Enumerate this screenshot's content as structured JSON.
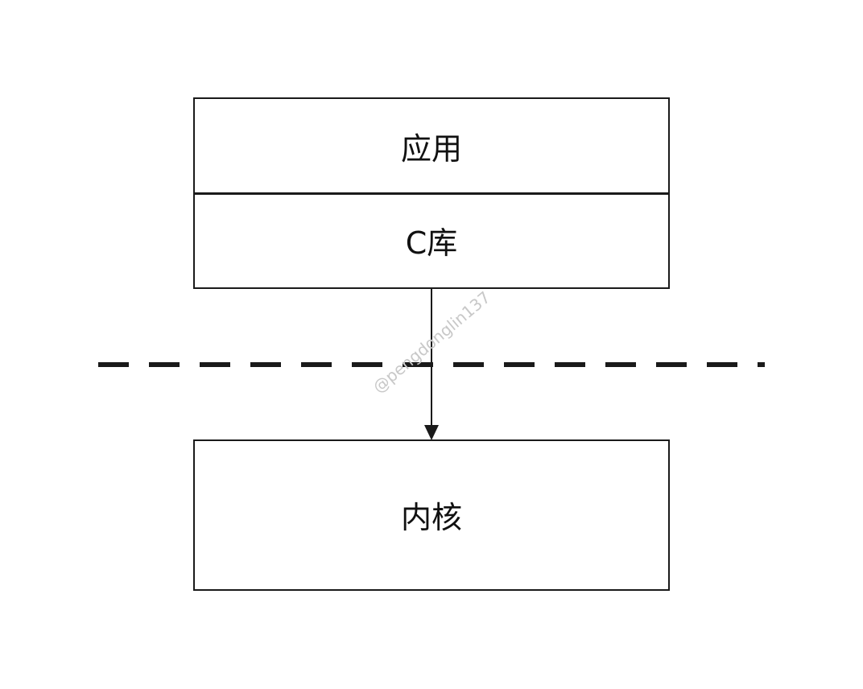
{
  "diagram": {
    "nodes": {
      "app": {
        "label": "应用"
      },
      "clib": {
        "label": "C库"
      },
      "kernel": {
        "label": "内核"
      }
    },
    "edges": [
      {
        "from": "clib",
        "to": "kernel",
        "style": "solid-arrow"
      }
    ],
    "boundary": {
      "style": "dashed"
    },
    "watermark": "@pengdonglin137",
    "colors": {
      "stroke": "#1a1a1a",
      "text": "#111111",
      "watermark": "#c8c8c8",
      "background": "#ffffff"
    }
  }
}
